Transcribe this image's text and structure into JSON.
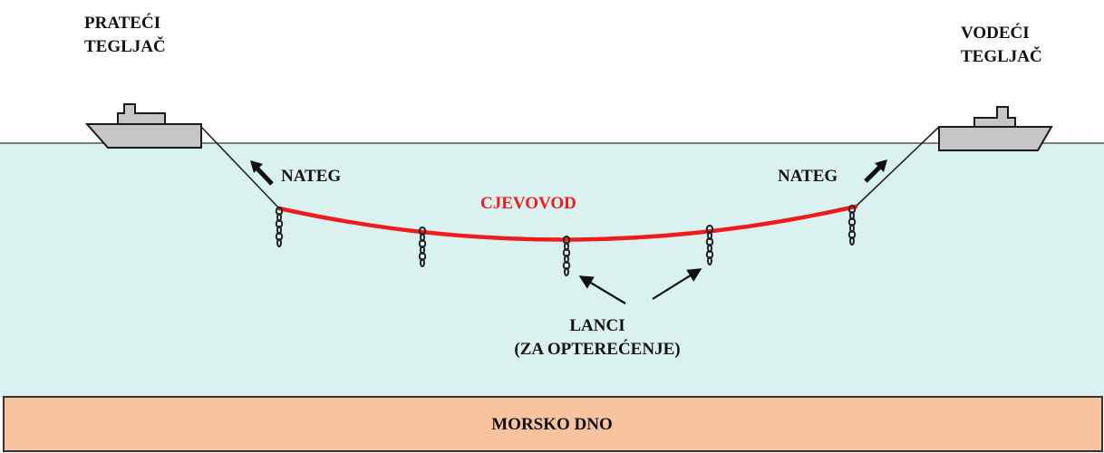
{
  "labels": {
    "trailing_tug_line1": "PRATEĆI",
    "trailing_tug_line2": "TEGLJAČ",
    "leading_tug_line1": "VODEĆI",
    "leading_tug_line2": "TEGLJAČ",
    "tension_left": "NATEG",
    "tension_right": "NATEG",
    "pipeline": "CJEVOVOD",
    "chains_line1": "LANCI",
    "chains_line2": "(ZA OPTEREĆENJE)",
    "seabed": "MORSKO DNO"
  },
  "colors": {
    "water": "#d9f1ef",
    "seabed": "#f8c49f",
    "pipeline": "#ee1c1c",
    "ship": "#c6c6c6",
    "outline": "#1a1a1a",
    "label": "#111111"
  },
  "icons": {
    "ship": "tug-boat-icon",
    "chain": "chain-icon",
    "arrow": "arrow-icon"
  }
}
